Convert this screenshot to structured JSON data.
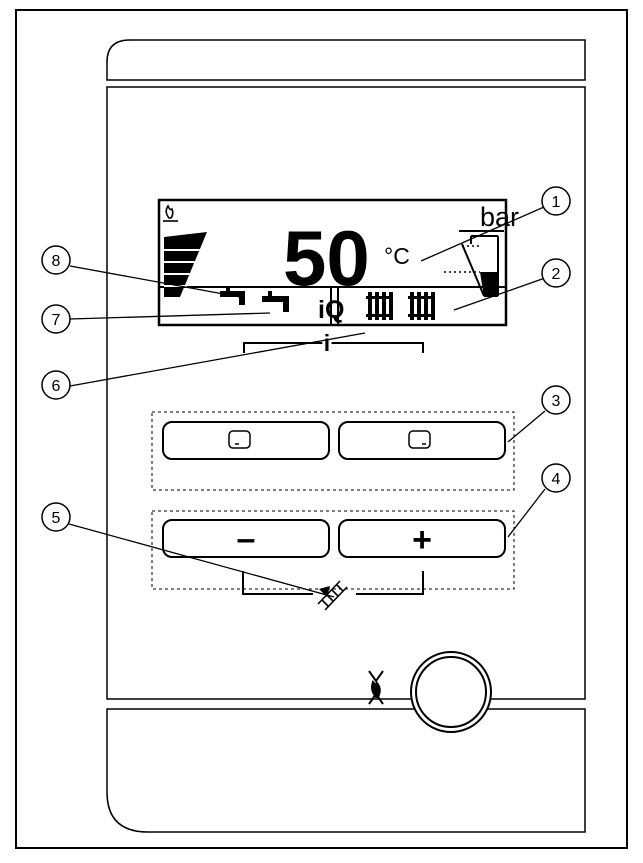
{
  "display": {
    "temperature": "50",
    "temperature_unit": "°C",
    "pressure_unit": "bar",
    "info_symbol": "i",
    "iq_label": "iQ"
  },
  "keys": {
    "minus_label": "–",
    "plus_label": "+",
    "info_label": "i"
  },
  "callouts": [
    "1",
    "2",
    "3",
    "4",
    "5",
    "6",
    "7",
    "8"
  ],
  "icons": {
    "gas": "gas-flame-icon",
    "tap": "hot-water-tap-icon",
    "radiator": "radiator-icon",
    "chimney_sweep": "chimney-sweep-ladder-icon",
    "burner": "burner-symbol-icon",
    "softkey": "softkey-icon"
  }
}
